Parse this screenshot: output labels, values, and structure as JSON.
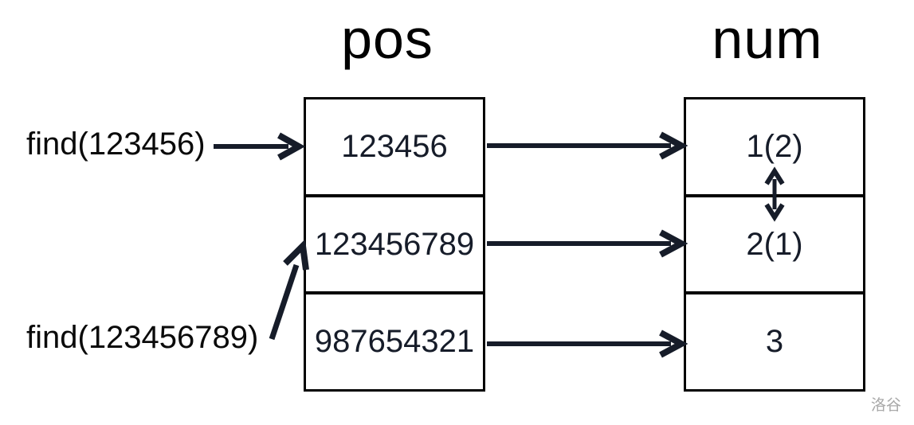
{
  "titles": {
    "left": "pos",
    "right": "num"
  },
  "pos_table": {
    "rows": [
      "123456",
      "123456789",
      "987654321"
    ]
  },
  "num_table": {
    "rows": [
      "1(2)",
      "2(1)",
      "3"
    ]
  },
  "labels": {
    "find1": "find(123456)",
    "find2": "find(123456789)"
  },
  "watermark": "洛谷",
  "colors": {
    "ink": "#161c29",
    "border": "#000000",
    "cell_text": "#161c29",
    "label_text": "#0a0a0a",
    "watermark": "#a9a9a9"
  }
}
